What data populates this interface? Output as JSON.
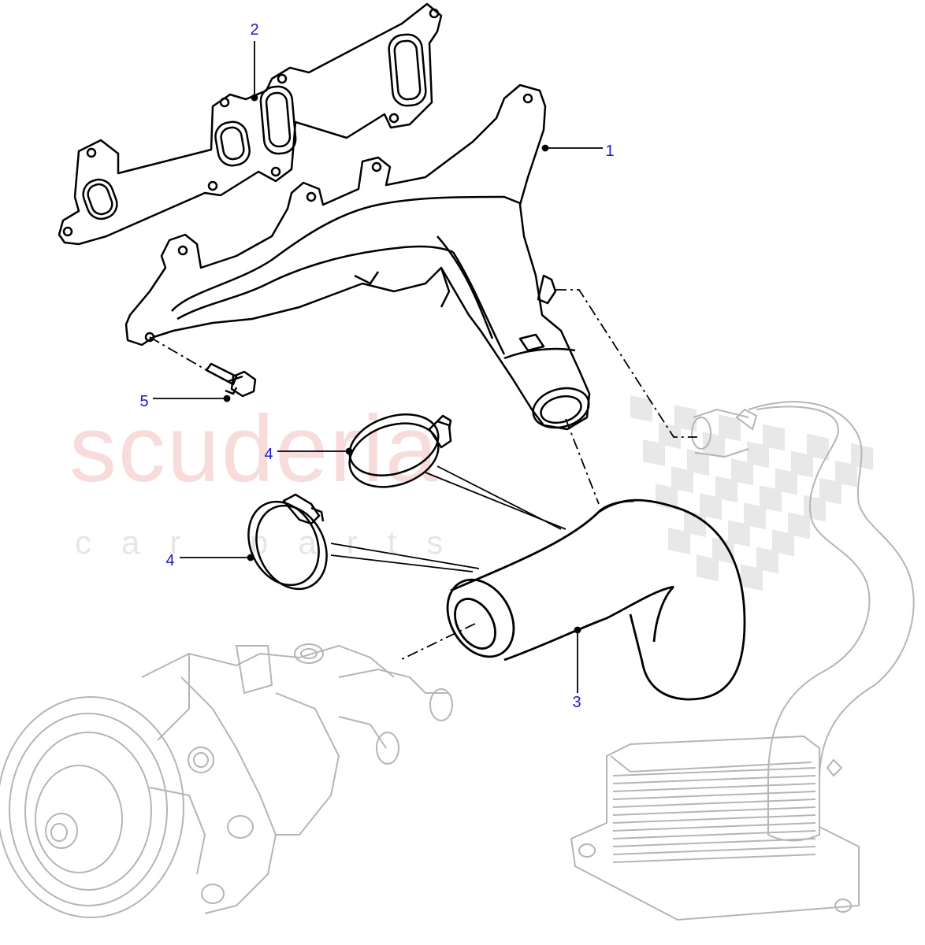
{
  "watermark": {
    "brand": "scuderia",
    "tagline": "car parts",
    "brand_color": "#f2b8b8",
    "tagline_color": "#c8c8c8",
    "checker_color": "#d6d6d6"
  },
  "callouts": [
    {
      "id": "1",
      "label": "1"
    },
    {
      "id": "2",
      "label": "2"
    },
    {
      "id": "3",
      "label": "3"
    },
    {
      "id": "4a",
      "label": "4"
    },
    {
      "id": "4b",
      "label": "4"
    },
    {
      "id": "5",
      "label": "5"
    }
  ],
  "colors": {
    "label": "#1a1acc",
    "line": "#000000",
    "ghost_line": "#b5b5b5"
  }
}
